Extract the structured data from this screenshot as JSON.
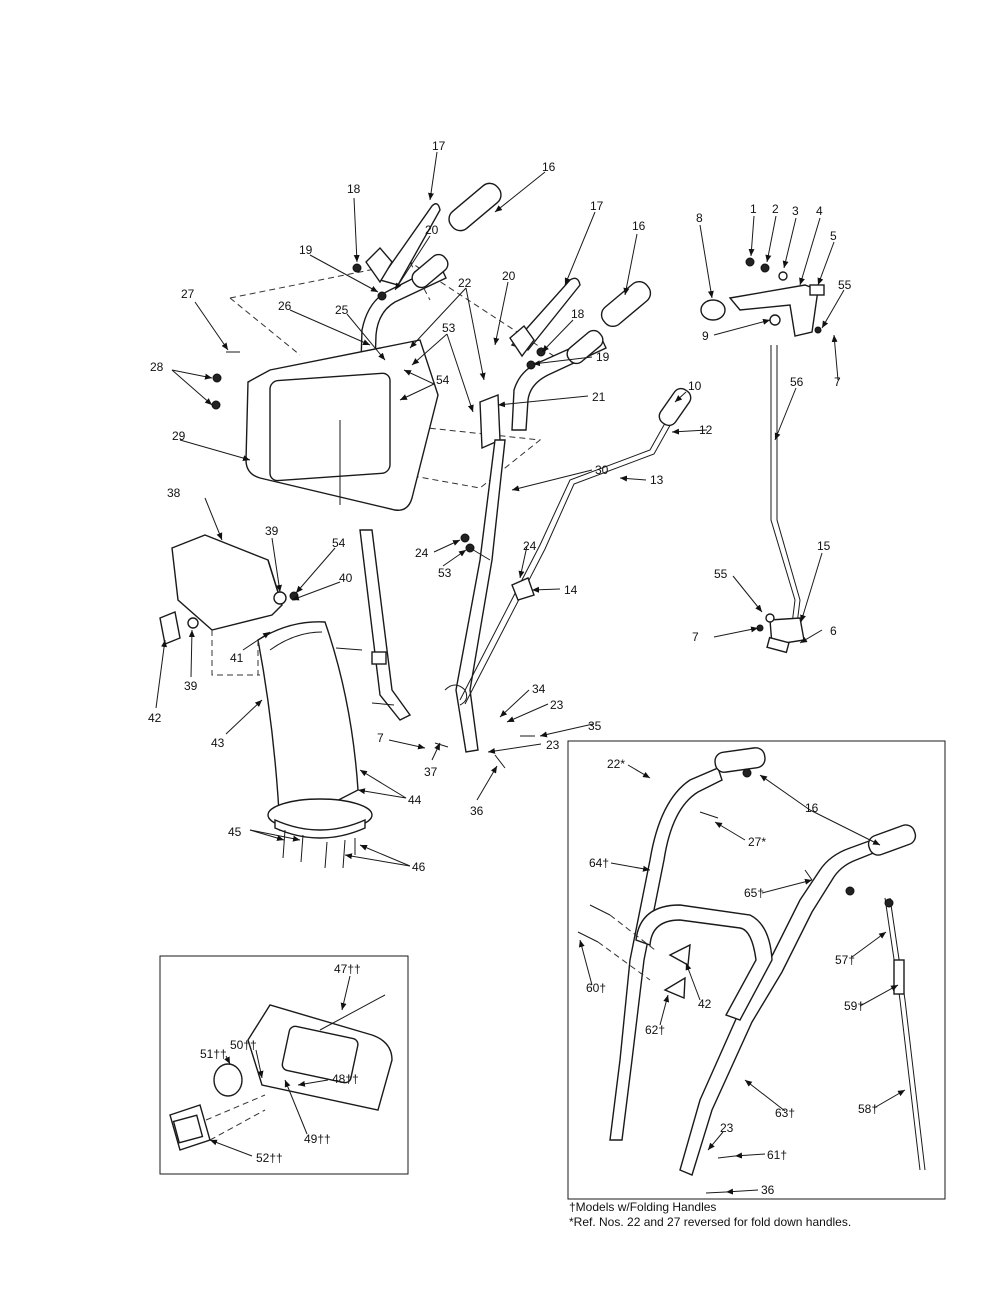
{
  "labels": {
    "c1": "1",
    "c2": "2",
    "c3": "3",
    "c4": "4",
    "c5": "5",
    "c6": "6",
    "c7a": "7",
    "c7b": "7",
    "c7c": "7",
    "c8": "8",
    "c9": "9",
    "c10": "10",
    "c12": "12",
    "c13": "13",
    "c14": "14",
    "c15": "15",
    "c16a": "16",
    "c16b": "16",
    "c17a": "17",
    "c17b": "17",
    "c18a": "18",
    "c18b": "18",
    "c19a": "19",
    "c19b": "19",
    "c20a": "20",
    "c20b": "20",
    "c21": "21",
    "c22": "22",
    "c23a": "23",
    "c23b": "23",
    "c24a": "24",
    "c24b": "24",
    "c25": "25",
    "c26": "26",
    "c27": "27",
    "c28": "28",
    "c29": "29",
    "c30": "30",
    "c34": "34",
    "c35": "35",
    "c36": "36",
    "c37": "37",
    "c38": "38",
    "c39a": "39",
    "c39b": "39",
    "c40": "40",
    "c41": "41",
    "c42": "42",
    "c43": "43",
    "c44": "44",
    "c45": "45",
    "c46": "46",
    "c53a": "53",
    "c53b": "53",
    "c54a": "54",
    "c54b": "54",
    "c55a": "55",
    "c55b": "55",
    "c56": "56",
    "i47": "47††",
    "i48": "48††",
    "i49": "49††",
    "i50": "50††",
    "i51": "51††",
    "i52": "52††",
    "f22": "22*",
    "f27": "27*",
    "f16": "16",
    "f64": "64†",
    "f65": "65†",
    "f57": "57†",
    "f59": "59†",
    "f60": "60†",
    "f62": "62†",
    "f42": "42",
    "f63": "63†",
    "f58": "58†",
    "f23": "23",
    "f61": "61†",
    "f36": "36"
  },
  "footnotes": {
    "folding": "†Models w/Folding Handles",
    "reversed": "*Ref. Nos. 22 and 27 reversed for fold down handles."
  }
}
